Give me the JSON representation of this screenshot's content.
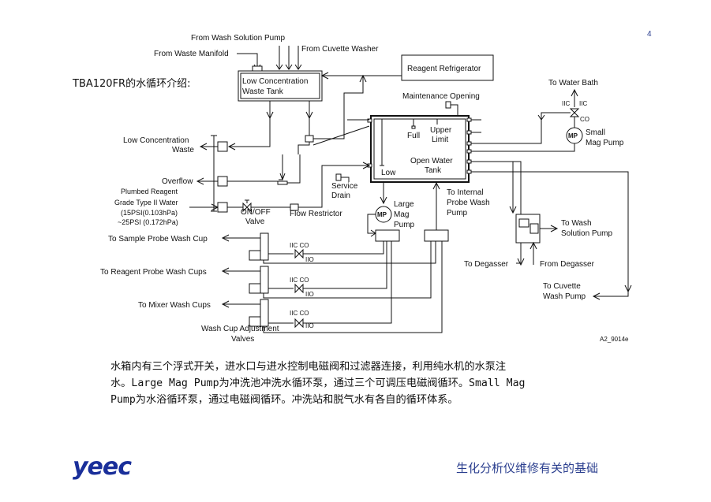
{
  "page_number": "4",
  "intro_text": "TBA120FR的水循环介绍:",
  "figure_code": "A2_9014e",
  "labels": {
    "from_wash_solution_pump": "From Wash Solution Pump",
    "from_waste_manifold": "From Waste Manifold",
    "from_cuvette_washer": "From Cuvette Washer",
    "low_conc_waste_tank_1": "Low Concentration",
    "low_conc_waste_tank_2": "Waste Tank",
    "reagent_refrigerator": "Reagent Refrigerator",
    "to_water_bath": "To Water Bath",
    "maintenance_opening": "Maintenance Opening",
    "full": "Full",
    "upper_limit_1": "Upper",
    "upper_limit_2": "Limit",
    "low": "Low",
    "open_water_tank_1": "Open Water",
    "open_water_tank_2": "Tank",
    "small_mag_pump_1": "Small",
    "small_mag_pump_2": "Mag Pump",
    "mp": "MP",
    "low_conc_waste_1": "Low Concentration",
    "low_conc_waste_2": "Waste",
    "overflow": "Overflow",
    "plumbed_reagent": "Plumbed Reagent",
    "grade_type_ii": "Grade Type II Water",
    "psi_15": "(15PSI(0.103hPa)",
    "psi_25": "~25PSI (0.172hPa)",
    "on_off_valve_1": "ON/OFF",
    "on_off_valve_2": "Valve",
    "flow_restrictor": "Flow Restrictor",
    "service_drain_1": "Service",
    "service_drain_2": "Drain",
    "large_mag_pump_1": "Large",
    "large_mag_pump_2": "Mag",
    "large_mag_pump_3": "Pump",
    "to_internal_probe_1": "To Internal",
    "to_internal_probe_2": "Probe Wash",
    "to_internal_probe_3": "Pump",
    "to_wash_solution_pump_1": "To Wash",
    "to_wash_solution_pump_2": "Solution Pump",
    "to_sample_probe_wash_cup": "To Sample Probe Wash Cup",
    "to_reagent_probe_wash_cups": "To Reagent Probe Wash Cups",
    "to_mixer_wash_cups": "To Mixer Wash Cups",
    "wash_cup_adjustment_1": "Wash Cup Adjustment",
    "wash_cup_adjustment_2": "Valves",
    "to_degasser": "To Degasser",
    "from_degasser": "From Degasser",
    "to_cuvette_wash_pump_1": "To Cuvette",
    "to_cuvette_wash_pump_2": "Wash Pump",
    "iic": "IIC",
    "co": "CO",
    "iic_co": "IIC CO",
    "iio": "IIO"
  },
  "description_lines": [
    "水箱内有三个浮式开关，进水口与进水控制电磁阀和过滤器连接，利用纯水机的水泵注",
    "水。Large Mag Pump为冲洗池冲洗水循环泵，通过三个可调压电磁阀循环。Small Mag",
    "Pump为水浴循环泵，通过电磁阀循环。冲洗站和脱气水有各自的循环体系。"
  ],
  "logo_text": "yeec",
  "footer_title": "生化分析仪维修有关的基础",
  "colors": {
    "accent_blue": "#2b3f8f",
    "logo_blue": "#1a2f9a",
    "line": "#111111"
  }
}
